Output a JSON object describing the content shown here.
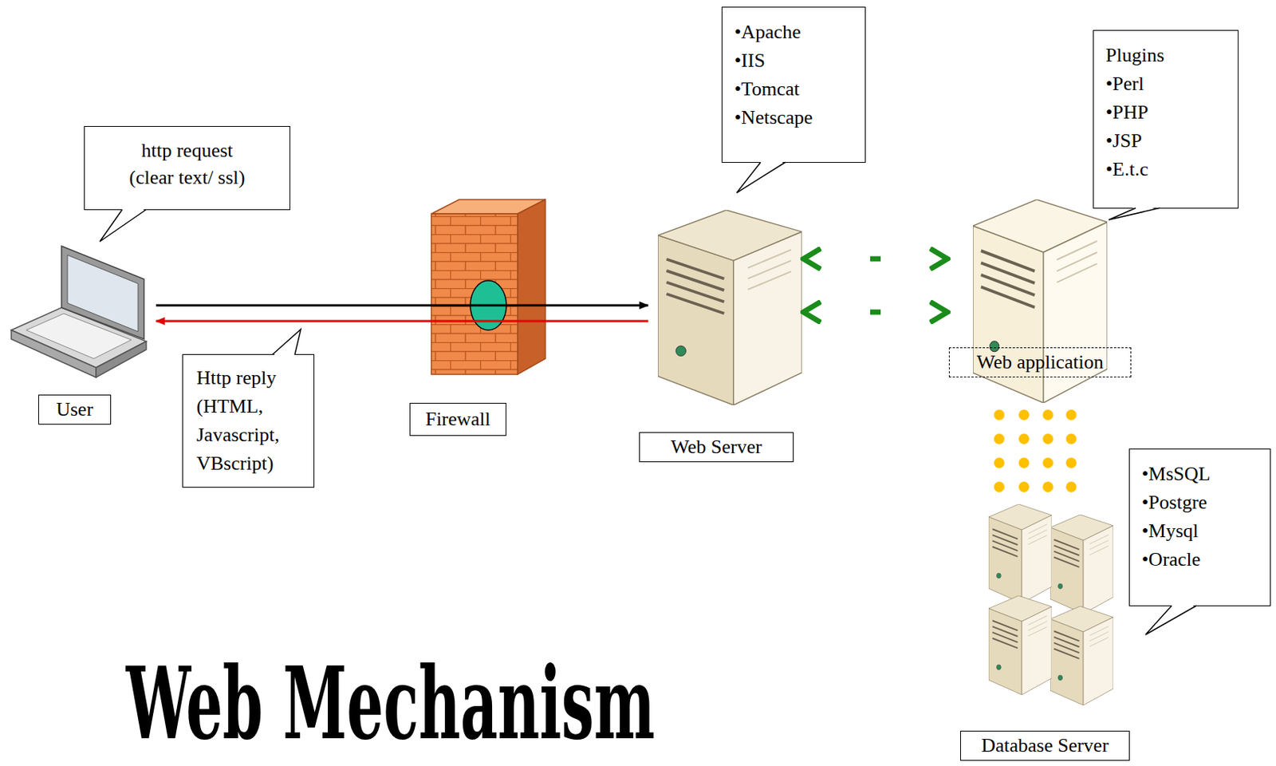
{
  "diagram": {
    "title": "Web Mechanism",
    "nodes": [
      {
        "text": [
          "•Apache",
          "•IIS",
          "•Tomcat",
          "•Netscape"
        ]
      },
      {
        "text": [
          "Plugins",
          "•Perl",
          "•PHP",
          "•JSP",
          "•E.t.c"
        ]
      },
      {
        "text": [
          "http request (clear text/ ssl)"
        ]
      },
      {
        "text": [
          "User"
        ]
      },
      {
        "text": [
          "Web Server"
        ]
      },
      {
        "text": [
          "Web application"
        ]
      },
      {
        "text": [
          "Firewall"
        ]
      },
      {
        "text": [
          "Http reply (HTML, Javascript, VBscript)"
        ]
      },
      {
        "text": [
          "•MsSQL",
          "•Postgre",
          "•Mysql",
          "•Oracle"
        ]
      },
      {
        "text": [
          "Database Server"
        ]
      }
    ],
    "edges": [
      {
        "from": 3,
        "to": 4,
        "arrow": "to"
      },
      {
        "from": 4,
        "to": 3,
        "arrow": "to"
      },
      {
        "from": 4,
        "to": 5,
        "arrow": "both"
      },
      {
        "from": 4,
        "to": 5,
        "arrow": "both"
      },
      {
        "from": 5,
        "to": 9,
        "arrow": "none"
      }
    ]
  }
}
